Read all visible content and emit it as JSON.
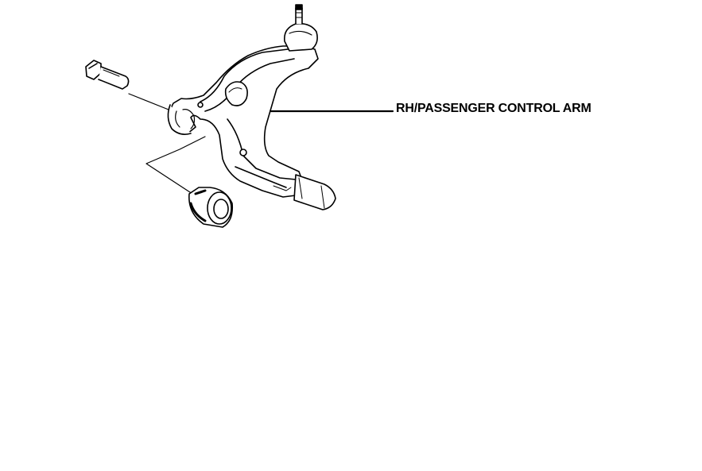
{
  "diagram": {
    "callout": {
      "label": "RH/PASSENGER CONTROL ARM"
    },
    "parts": [
      {
        "name": "mounting-bolt",
        "icon": "bolt-icon"
      },
      {
        "name": "control-arm",
        "icon": "control-arm-icon"
      },
      {
        "name": "ball-joint",
        "icon": "ball-joint-icon"
      },
      {
        "name": "bushing",
        "icon": "bushing-icon"
      }
    ]
  }
}
